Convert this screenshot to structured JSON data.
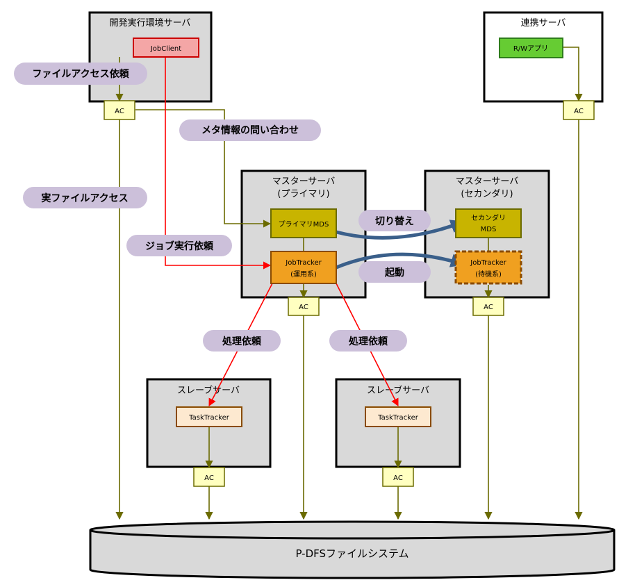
{
  "servers": {
    "dev": "開発実行環境サーバ",
    "link": "連携サーバ",
    "master_primary": [
      "マスターサーバ",
      "(プライマリ)"
    ],
    "master_secondary": [
      "マスターサーバ",
      "(セカンダリ)"
    ],
    "slave": "スレーブサーバ"
  },
  "components": {
    "job_client": "JobClient",
    "rw_app": "R/Wアプリ",
    "ac": "AC",
    "primary_mds": "プライマリMDS",
    "secondary_mds": [
      "セカンダリ",
      "MDS"
    ],
    "jobtracker_active": [
      "JobTracker",
      "(運用系)"
    ],
    "jobtracker_standby": [
      "JobTracker",
      "(待機系)"
    ],
    "task_tracker": "TaskTracker"
  },
  "labels": {
    "file_access_request": "ファイルアクセス依頼",
    "meta_inquiry": "メタ情報の問い合わせ",
    "real_file_access": "実ファイルアクセス",
    "job_exec_request": "ジョブ実行依頼",
    "switch": "切り替え",
    "startup": "起動",
    "process_request": "処理依頼"
  },
  "filesystem": "P-DFSファイルシステム",
  "colors": {
    "server_fill": "#d9d9d9",
    "olive": "#6b6b00",
    "red": "#ff0000",
    "pill": "#ccc0da",
    "blue_arrow": "#3a5f8a",
    "jobclient_fill": "#f4a6a6",
    "rw_fill": "#66cc33",
    "mds_fill": "#c8b400",
    "jt_fill": "#f0a020",
    "tt_fill": "#fde9d0",
    "ac_fill": "#ffffc0"
  }
}
